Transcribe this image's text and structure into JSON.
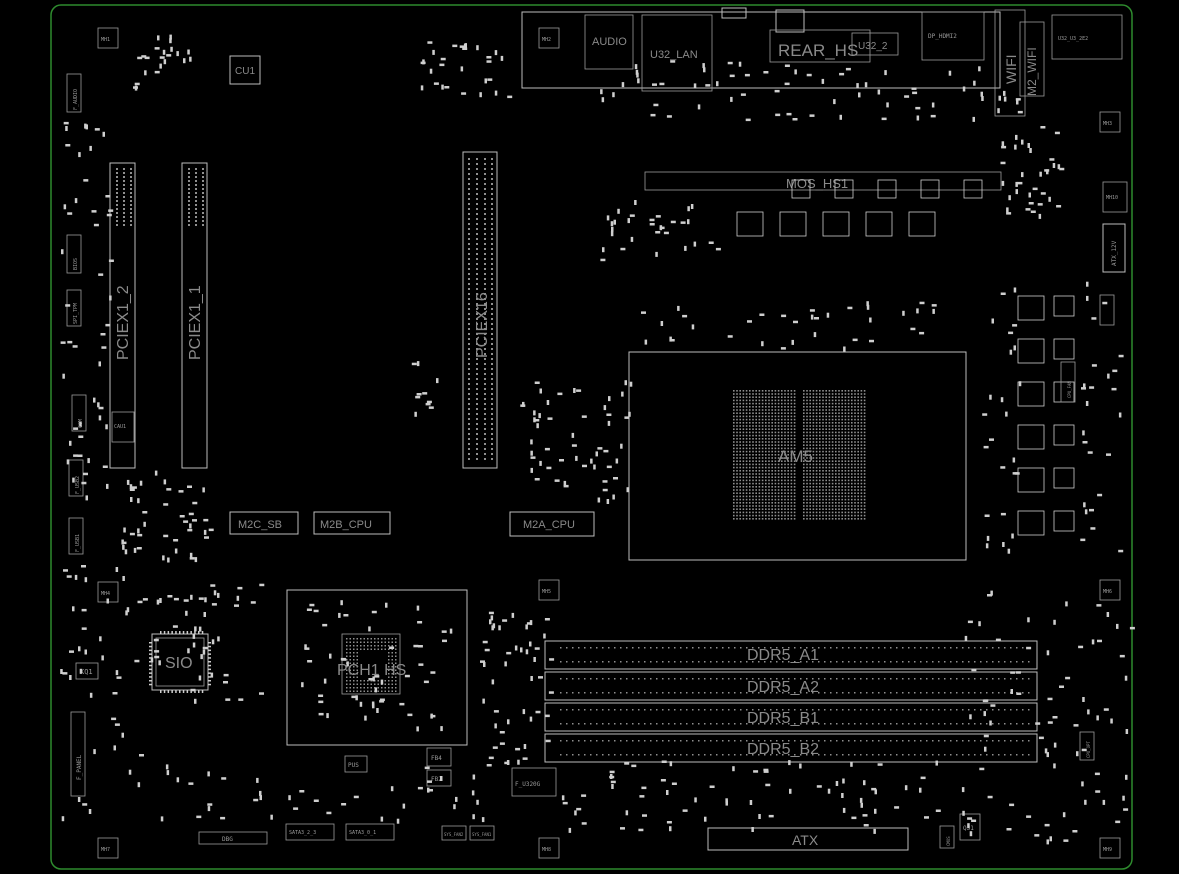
{
  "board": {
    "outline_color": "#2e8b2e",
    "silk_color": "#bdbdbd",
    "background": "#000000"
  },
  "slots": {
    "pciex1_2": "PCIEX1_2",
    "pciex1_1": "PCIEX1_1",
    "pciex16": "PCIEX16"
  },
  "m2": {
    "m2c": "M2C_SB",
    "m2b": "M2B_CPU",
    "m2a": "M2A_CPU",
    "m2wifi": "M2_WIFI",
    "wifi": "WIFI"
  },
  "chips": {
    "socket": "AM5",
    "sio": "SIO",
    "pch": "PCH1 HS",
    "cu1": "CU1",
    "mos_hs": "MOS_HS1",
    "rear_hs": "REAR_HS"
  },
  "dimms": {
    "a1": "DDR5_A1",
    "a2": "DDR5_A2",
    "b1": "DDR5_B1",
    "b2": "DDR5_B2"
  },
  "io": {
    "audio": "AUDIO",
    "u32_lan": "U32_LAN",
    "usb32": "U32_2",
    "dp_hdmi": "DP_HDMI2",
    "usb_combo": "U32_U3_2E2"
  },
  "power": {
    "atx": "ATX",
    "atx12v": "ATX_12V"
  },
  "small": {
    "mh1": "MH1",
    "mh2": "MH2",
    "mh3": "MH3",
    "mh4": "MH4",
    "mh5": "MH5",
    "mh6": "MH6",
    "mh7": "MH7",
    "mh8": "MH8",
    "mh9": "MH9",
    "mh10": "MH10",
    "kq1": "KQ1",
    "f_panel": "F_PANEL",
    "sata1": "SATA3_2_3",
    "sata2": "SATA3_0_1",
    "f_u32g": "F_U320G",
    "pus": "PUS",
    "fb2": "FB2",
    "fb4": "FB4",
    "cpu_fan": "CPU_FAN",
    "cpu_opt": "CPU_OPT",
    "sys_fan1": "SYS_FAN1",
    "sys_fan2": "SYS_FAN2",
    "f_usb1": "F_USB1",
    "f_usb2": "F_USB2",
    "com": "COM",
    "spi_tpm": "SPI_TPM",
    "bios": "BIOS",
    "f_audio": "F_AUDIO",
    "cau1": "CAU1",
    "q31": "Q31",
    "cmos": "CMOS",
    "dbg": "DBG"
  }
}
